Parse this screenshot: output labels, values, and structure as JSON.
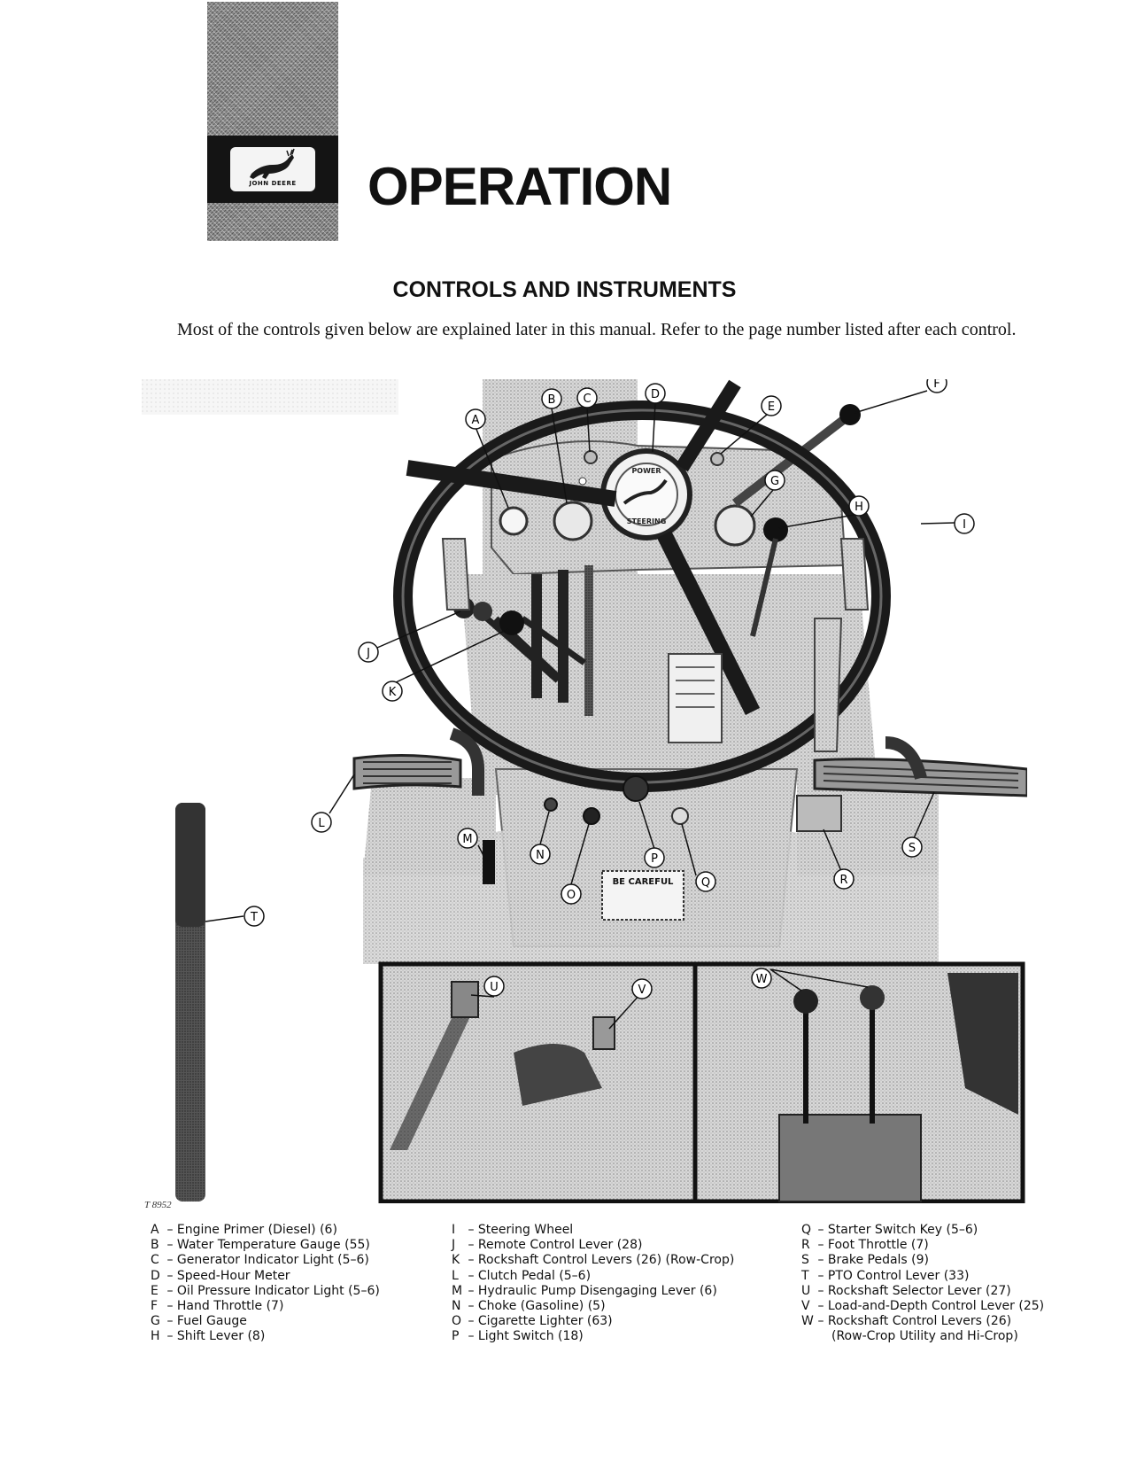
{
  "header": {
    "logo_text": "JOHN DEERE",
    "title": "OPERATION"
  },
  "section": {
    "title": "CONTROLS AND INSTRUMENTS",
    "intro": "Most of the controls given below are explained later in this manual. Refer to the page number listed after each control."
  },
  "figure": {
    "id": "T 8952",
    "gauge_text_top": "POWER",
    "gauge_text_bottom": "STEERING",
    "sign_text": "BE CAREFUL",
    "callouts": [
      "A",
      "B",
      "C",
      "D",
      "E",
      "F",
      "G",
      "H",
      "I",
      "J",
      "K",
      "L",
      "M",
      "N",
      "O",
      "P",
      "Q",
      "R",
      "S",
      "T",
      "U",
      "V",
      "W"
    ]
  },
  "legend": {
    "col1": [
      {
        "code": "A",
        "text": "Engine Primer (Diesel) (6)"
      },
      {
        "code": "B",
        "text": "Water Temperature Gauge (55)"
      },
      {
        "code": "C",
        "text": "Generator Indicator Light (5–6)"
      },
      {
        "code": "D",
        "text": "Speed-Hour Meter"
      },
      {
        "code": "E",
        "text": "Oil Pressure Indicator Light (5–6)"
      },
      {
        "code": "F",
        "text": "Hand Throttle (7)"
      },
      {
        "code": "G",
        "text": "Fuel Gauge"
      },
      {
        "code": "H",
        "text": "Shift Lever (8)"
      }
    ],
    "col2": [
      {
        "code": "I",
        "text": "Steering Wheel"
      },
      {
        "code": "J",
        "text": "Remote Control Lever (28)"
      },
      {
        "code": "K",
        "text": "Rockshaft Control Levers (26) (Row-Crop)"
      },
      {
        "code": "L",
        "text": "Clutch Pedal (5–6)"
      },
      {
        "code": "M",
        "text": "Hydraulic Pump Disengaging Lever (6)"
      },
      {
        "code": "N",
        "text": "Choke (Gasoline) (5)"
      },
      {
        "code": "O",
        "text": "Cigarette Lighter (63)"
      },
      {
        "code": "P",
        "text": "Light Switch (18)"
      }
    ],
    "col3": [
      {
        "code": "Q",
        "text": "Starter Switch Key (5–6)"
      },
      {
        "code": "R",
        "text": "Foot Throttle (7)"
      },
      {
        "code": "S",
        "text": "Brake Pedals (9)"
      },
      {
        "code": "T",
        "text": "PTO Control Lever (33)"
      },
      {
        "code": "U",
        "text": "Rockshaft Selector Lever (27)"
      },
      {
        "code": "V",
        "text": "Load-and-Depth Control Lever (25)"
      },
      {
        "code": "W",
        "text": "Rockshaft Control Levers (26)"
      }
    ],
    "col3_continuation": "(Row-Crop Utility and Hi-Crop)"
  }
}
